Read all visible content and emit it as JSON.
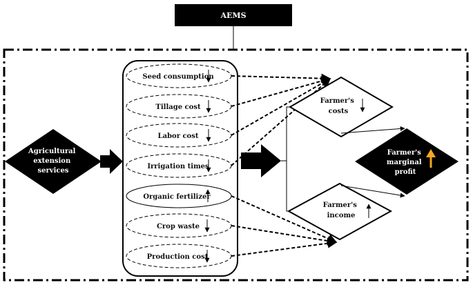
{
  "title": "AEMS",
  "input": {
    "lines": [
      "Agricultural",
      "extension",
      "services"
    ]
  },
  "factors": [
    {
      "label": "Seed consumption",
      "direction": "down"
    },
    {
      "label": "Tillage cost",
      "direction": "down"
    },
    {
      "label": "Labor cost",
      "direction": "down"
    },
    {
      "label": "Irrigation times",
      "direction": "down"
    },
    {
      "label": "Organic fertilizer",
      "direction": "up"
    },
    {
      "label": "Crop waste",
      "direction": "down"
    },
    {
      "label": "Production cost",
      "direction": "down"
    }
  ],
  "costs": {
    "lines": [
      "Farmer's",
      "costs"
    ],
    "direction": "down"
  },
  "income": {
    "lines": [
      "Farmer's",
      "income"
    ],
    "direction": "up"
  },
  "profit": {
    "lines": [
      "Farmer's",
      "marginal",
      "profit"
    ],
    "direction": "up",
    "arrow_color": "#f5a623"
  }
}
